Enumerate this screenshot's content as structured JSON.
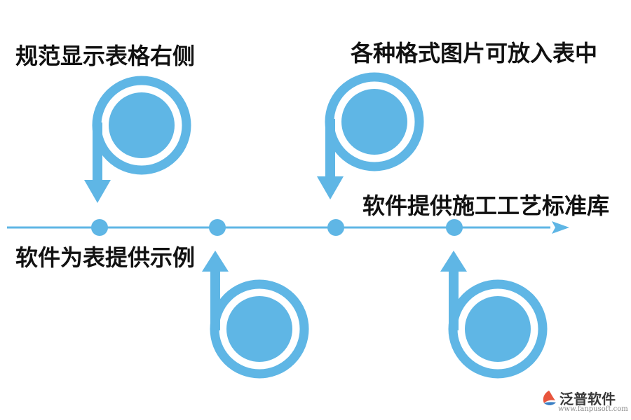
{
  "labels": [
    "规范显示表格右侧",
    "软件为表提供示例",
    "各种格式图片可放入表中",
    "软件提供施工工艺标准库"
  ],
  "brand": {
    "name": "泛普软件",
    "url": "www.fanpusoft.com",
    "logo_icon": "fanpu-logo-icon"
  },
  "colors": {
    "accent": "#5fb6e5",
    "text": "#111111"
  }
}
